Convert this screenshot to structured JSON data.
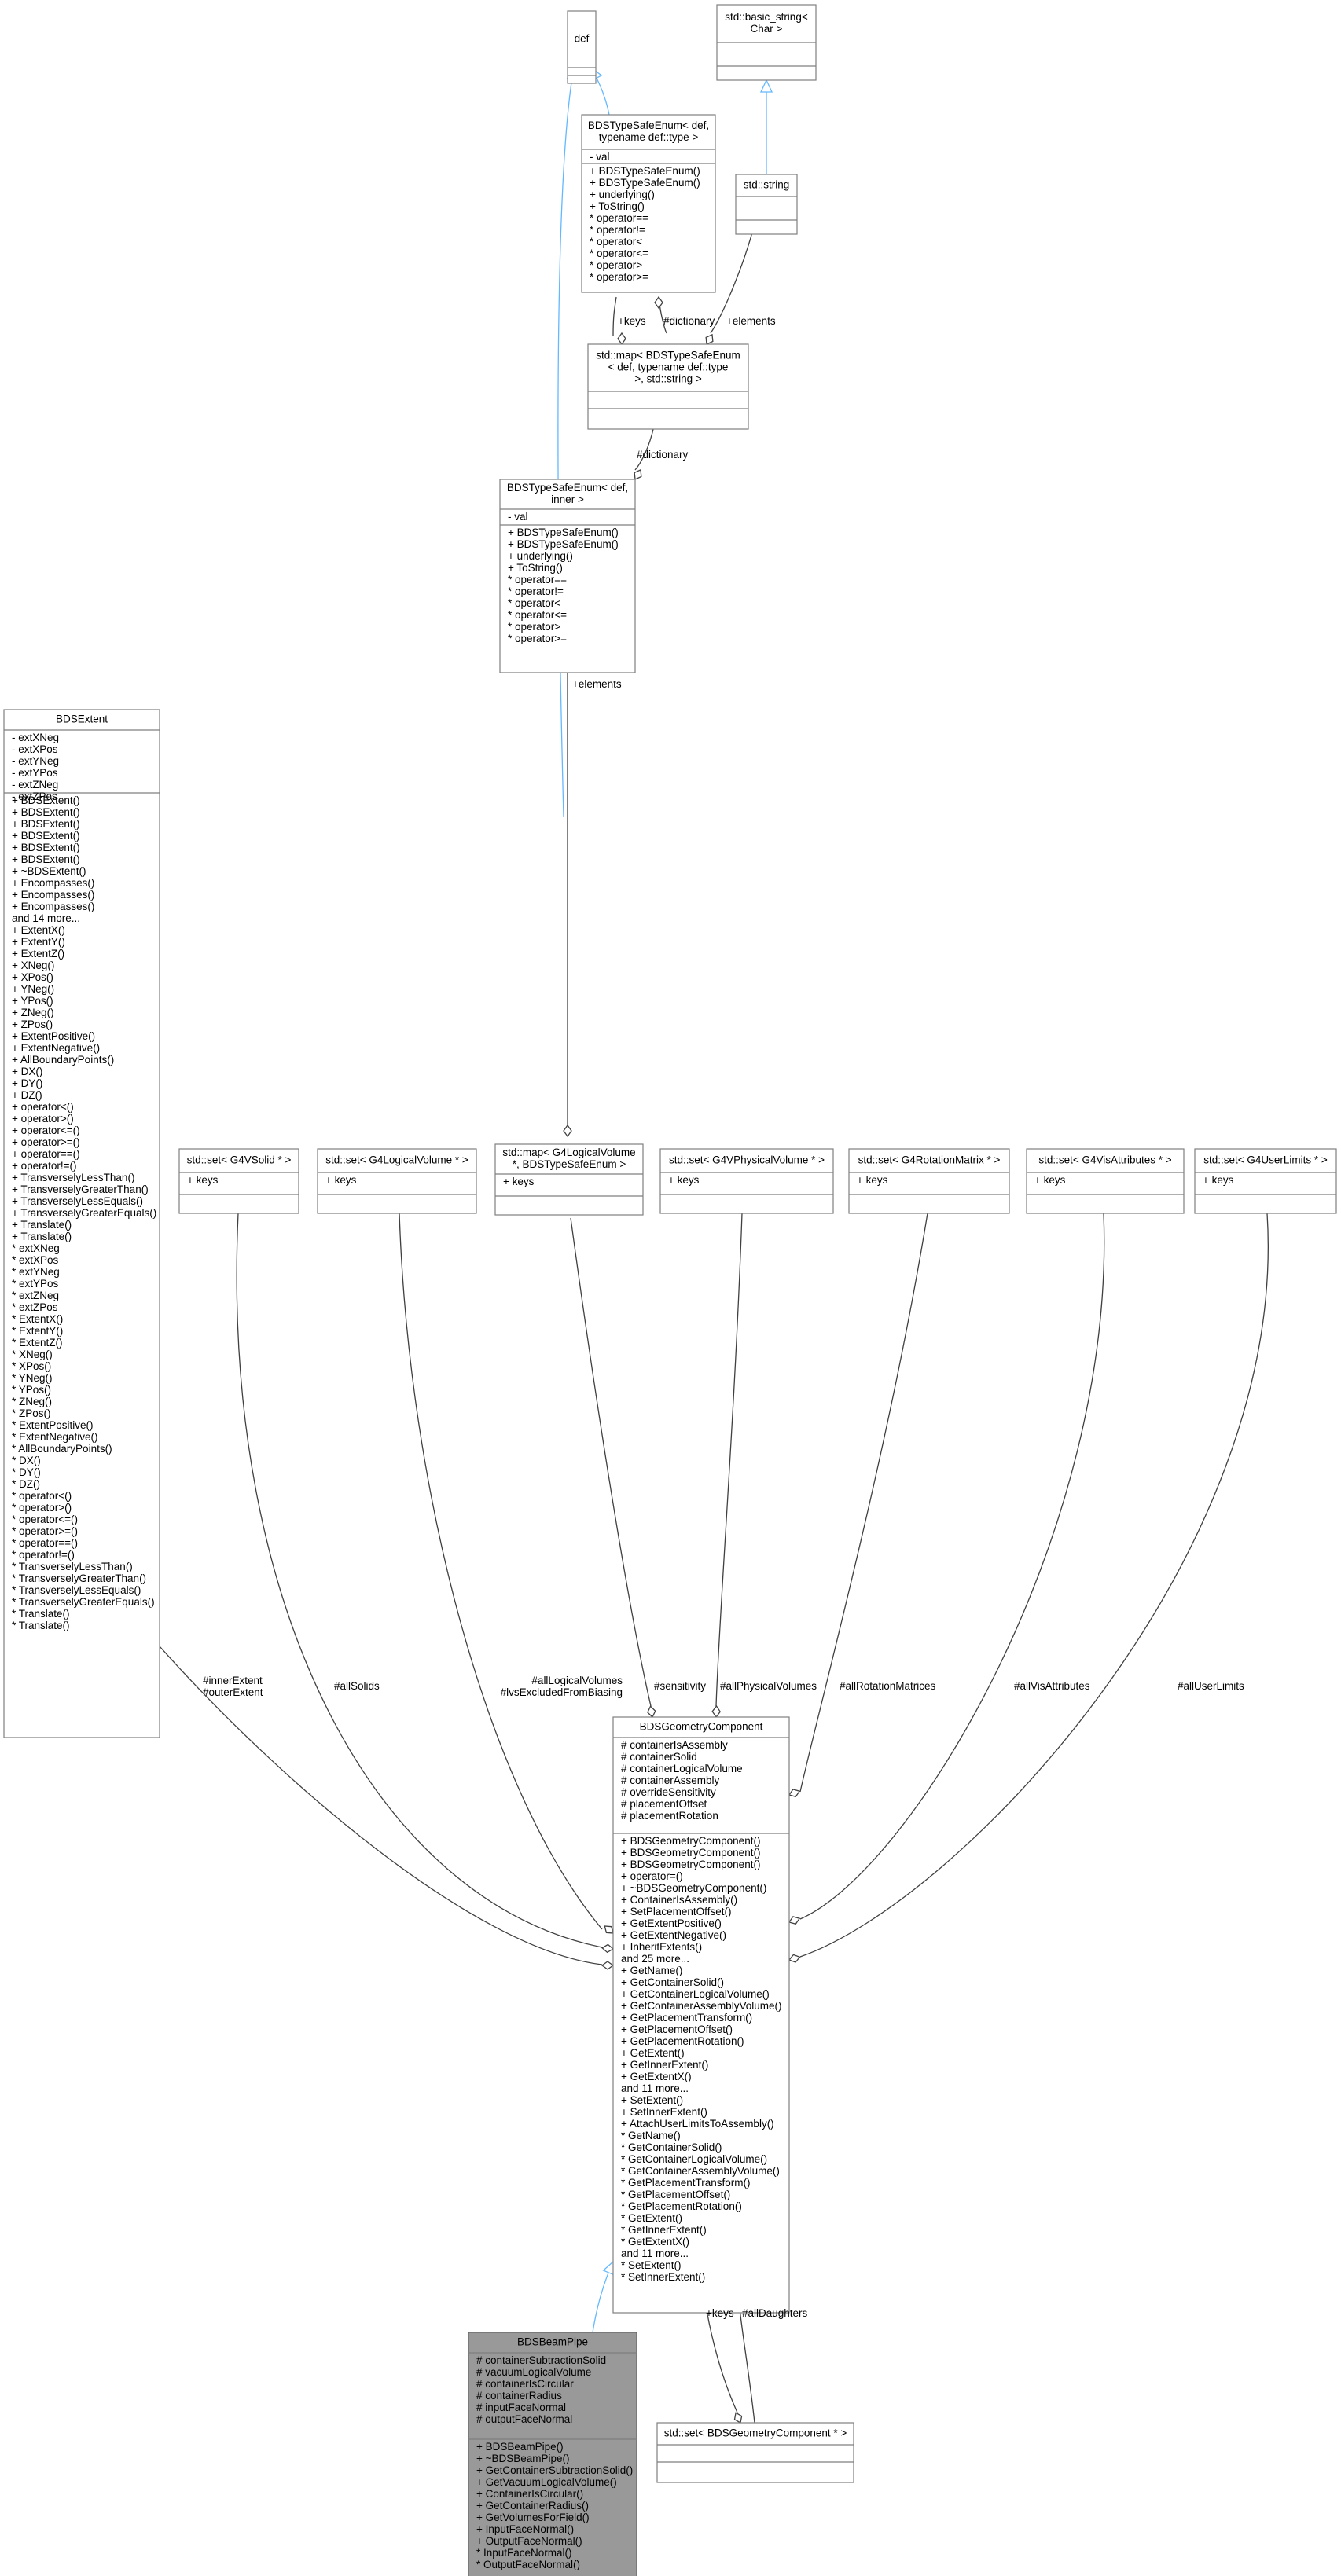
{
  "classes": {
    "def": {
      "title": [
        "def"
      ],
      "attributes": [],
      "operations": []
    },
    "basic_string": {
      "title": [
        "std::basic_string<",
        "Char >"
      ],
      "attributes": [],
      "operations": []
    },
    "enum_def_type": {
      "title": [
        "BDSTypeSafeEnum< def,",
        "typename def::type >"
      ],
      "attributes": [
        "- val"
      ],
      "operations": [
        "+ BDSTypeSafeEnum()",
        "+ BDSTypeSafeEnum()",
        "+ underlying()",
        "+ ToString()",
        "* operator==",
        "* operator!=",
        "* operator<",
        "* operator<=",
        "* operator>",
        "* operator>="
      ]
    },
    "std_string": {
      "title": [
        "std::string"
      ],
      "attributes": [],
      "operations": []
    },
    "map_enum_string": {
      "title": [
        "std::map< BDSTypeSafeEnum",
        "< def, typename def::type",
        ">, std::string >"
      ],
      "attributes": [],
      "operations": []
    },
    "enum_def_inner": {
      "title": [
        "BDSTypeSafeEnum< def,",
        "inner >"
      ],
      "attributes": [
        "- val"
      ],
      "operations": [
        "+ BDSTypeSafeEnum()",
        "+ BDSTypeSafeEnum()",
        "+ underlying()",
        "+ ToString()",
        "* operator==",
        "* operator!=",
        "* operator<",
        "* operator<=",
        "* operator>",
        "* operator>="
      ]
    },
    "extent": {
      "title": [
        "BDSExtent"
      ],
      "attributes": [
        "- extXNeg",
        "- extXPos",
        "- extYNeg",
        "- extYPos",
        "- extZNeg",
        "- extZPos"
      ],
      "operations": [
        "+ BDSExtent()",
        "+ BDSExtent()",
        "+ BDSExtent()",
        "+ BDSExtent()",
        "+ BDSExtent()",
        "+ BDSExtent()",
        "+ ~BDSExtent()",
        "+ Encompasses()",
        "+ Encompasses()",
        "+ Encompasses()",
        "and 14 more...",
        "+ ExtentX()",
        "+ ExtentY()",
        "+ ExtentZ()",
        "+ XNeg()",
        "+ XPos()",
        "+ YNeg()",
        "+ YPos()",
        "+ ZNeg()",
        "+ ZPos()",
        "+ ExtentPositive()",
        "+ ExtentNegative()",
        "+ AllBoundaryPoints()",
        "+ DX()",
        "+ DY()",
        "+ DZ()",
        "+ operator<()",
        "+ operator>()",
        "+ operator<=()",
        "+ operator>=()",
        "+ operator==()",
        "+ operator!=()",
        "+ TransverselyLessThan()",
        "+ TransverselyGreaterThan()",
        "+ TransverselyLessEquals()",
        "+ TransverselyGreaterEquals()",
        "+ Translate()",
        "+ Translate()",
        "* extXNeg",
        "* extXPos",
        "* extYNeg",
        "* extYPos",
        "* extZNeg",
        "* extZPos",
        "* ExtentX()",
        "* ExtentY()",
        "* ExtentZ()",
        "* XNeg()",
        "* XPos()",
        "* YNeg()",
        "* YPos()",
        "* ZNeg()",
        "* ZPos()",
        "* ExtentPositive()",
        "* ExtentNegative()",
        "* AllBoundaryPoints()",
        "* DX()",
        "* DY()",
        "* DZ()",
        "* operator<()",
        "* operator>()",
        "* operator<=()",
        "* operator>=()",
        "* operator==()",
        "* operator!=()",
        "* TransverselyLessThan()",
        "* TransverselyGreaterThan()",
        "* TransverselyLessEquals()",
        "* TransverselyGreaterEquals()",
        "* Translate()",
        "* Translate()"
      ]
    },
    "set_solid": {
      "title": [
        "std::set< G4VSolid * >"
      ],
      "attributes": [
        "+ keys"
      ],
      "operations": []
    },
    "set_logvol": {
      "title": [
        "std::set< G4LogicalVolume * >"
      ],
      "attributes": [
        "+ keys"
      ],
      "operations": []
    },
    "map_logvol": {
      "title": [
        "std::map< G4LogicalVolume",
        "*, BDSTypeSafeEnum >"
      ],
      "attributes": [
        "+ keys"
      ],
      "operations": []
    },
    "set_physvol": {
      "title": [
        "std::set< G4VPhysicalVolume * >"
      ],
      "attributes": [
        "+ keys"
      ],
      "operations": []
    },
    "set_rotmat": {
      "title": [
        "std::set< G4RotationMatrix * >"
      ],
      "attributes": [
        "+ keys"
      ],
      "operations": []
    },
    "set_visattr": {
      "title": [
        "std::set< G4VisAttributes * >"
      ],
      "attributes": [
        "+ keys"
      ],
      "operations": []
    },
    "set_userlim": {
      "title": [
        "std::set< G4UserLimits * >"
      ],
      "attributes": [
        "+ keys"
      ],
      "operations": []
    },
    "geom": {
      "title": [
        "BDSGeometryComponent"
      ],
      "attributes": [
        "# containerIsAssembly",
        "# containerSolid",
        "# containerLogicalVolume",
        "# containerAssembly",
        "# overrideSensitivity",
        "# placementOffset",
        "# placementRotation"
      ],
      "operations": [
        "+ BDSGeometryComponent()",
        "+ BDSGeometryComponent()",
        "+ BDSGeometryComponent()",
        "+ operator=()",
        "+ ~BDSGeometryComponent()",
        "+ ContainerIsAssembly()",
        "+ SetPlacementOffset()",
        "+ GetExtentPositive()",
        "+ GetExtentNegative()",
        "+ InheritExtents()",
        "and 25 more...",
        "+ GetName()",
        "+ GetContainerSolid()",
        "+ GetContainerLogicalVolume()",
        "+ GetContainerAssemblyVolume()",
        "+ GetPlacementTransform()",
        "+ GetPlacementOffset()",
        "+ GetPlacementRotation()",
        "+ GetExtent()",
        "+ GetInnerExtent()",
        "+ GetExtentX()",
        "and 11 more...",
        "+ SetExtent()",
        "+ SetInnerExtent()",
        "+ AttachUserLimitsToAssembly()",
        "* GetName()",
        "* GetContainerSolid()",
        "* GetContainerLogicalVolume()",
        "* GetContainerAssemblyVolume()",
        "* GetPlacementTransform()",
        "* GetPlacementOffset()",
        "* GetPlacementRotation()",
        "* GetExtent()",
        "* GetInnerExtent()",
        "* GetExtentX()",
        "and 11 more...",
        "* SetExtent()",
        "* SetInnerExtent()"
      ]
    },
    "beampipe": {
      "title": [
        "BDSBeamPipe"
      ],
      "attributes": [
        "# containerSubtractionSolid",
        "# vacuumLogicalVolume",
        "# containerIsCircular",
        "# containerRadius",
        "# inputFaceNormal",
        "# outputFaceNormal"
      ],
      "operations": [
        "+ BDSBeamPipe()",
        "+ ~BDSBeamPipe()",
        "+ GetContainerSubtractionSolid()",
        "+ GetVacuumLogicalVolume()",
        "+ ContainerIsCircular()",
        "+ GetContainerRadius()",
        "+ GetVolumesForField()",
        "+ InputFaceNormal()",
        "+ OutputFaceNormal()",
        "* InputFaceNormal()",
        "* OutputFaceNormal()"
      ]
    },
    "set_geom": {
      "title": [
        "std::set< BDSGeometryComponent * >"
      ],
      "attributes": [],
      "operations": []
    }
  },
  "edge_labels": {
    "keys_def": "+keys",
    "dictionary_def": "#dictionary",
    "elements_string": "+elements",
    "dictionary_map": "#dictionary",
    "elements_inner": "+elements",
    "inner_outer_extent": [
      "#innerExtent",
      "#outerExtent"
    ],
    "all_solids": "#allSolids",
    "all_logvols": [
      "#allLogicalVolumes",
      "#lvsExcludedFromBiasing"
    ],
    "sensitivity": "#sensitivity",
    "all_physvols": "#allPhysicalVolumes",
    "all_rotmats": "#allRotationMatrices",
    "all_visattrs": "#allVisAttributes",
    "all_userlims": "#allUserLimits",
    "keys_geom": "+keys",
    "all_daughters": "#allDaughters"
  },
  "colors": {
    "class_fill": "#ffffff",
    "highlight_fill": "#999999",
    "border": "#7f7f7f",
    "association": "#404040",
    "inheritance": "#63b8ff"
  }
}
